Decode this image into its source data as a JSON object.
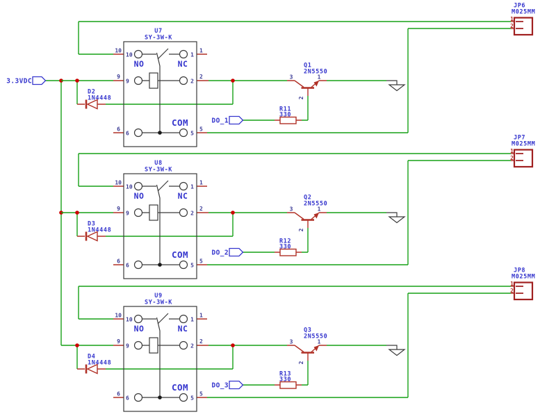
{
  "power": {
    "label": "3.3VDC"
  },
  "colors": {
    "wire_green": "#17a117",
    "component_red": "#b03026",
    "junction_red": "#cc0000",
    "label_blue": "#3535cd",
    "pin_number_navy": "#3c3c96",
    "symbol_gray": "#3a3a3a",
    "background": "#ffffff"
  },
  "sections": [
    {
      "relay": {
        "ref": "U7",
        "part": "SY-3W-K",
        "label_no": "NO",
        "label_nc": "NC",
        "label_com": "COM",
        "pin_no": "10",
        "pin_nc": "1",
        "pin_coil_left": "9",
        "pin_coil_right": "2",
        "pin_com_left": "6",
        "pin_com_right": "5"
      },
      "diode": {
        "ref": "D2",
        "part": "1N4448"
      },
      "input": {
        "label": "DO_1"
      },
      "resistor": {
        "ref": "R11",
        "value": "330"
      },
      "transistor": {
        "ref": "Q1",
        "part": "2N5550",
        "pin_collector": "3",
        "pin_base": "2",
        "pin_emitter": "1"
      },
      "connector": {
        "ref": "JP6",
        "part": "M025MM",
        "pin1": "1",
        "pin2": "2"
      }
    },
    {
      "relay": {
        "ref": "U8",
        "part": "SY-3W-K",
        "label_no": "NO",
        "label_nc": "NC",
        "label_com": "COM",
        "pin_no": "10",
        "pin_nc": "1",
        "pin_coil_left": "9",
        "pin_coil_right": "2",
        "pin_com_left": "6",
        "pin_com_right": "5"
      },
      "diode": {
        "ref": "D3",
        "part": "1N4448"
      },
      "input": {
        "label": "DO_2"
      },
      "resistor": {
        "ref": "R12",
        "value": "330"
      },
      "transistor": {
        "ref": "Q2",
        "part": "2N5550",
        "pin_collector": "3",
        "pin_base": "2",
        "pin_emitter": "1"
      },
      "connector": {
        "ref": "JP7",
        "part": "M025MM",
        "pin1": "1",
        "pin2": "2"
      }
    },
    {
      "relay": {
        "ref": "U9",
        "part": "SY-3W-K",
        "label_no": "NO",
        "label_nc": "NC",
        "label_com": "COM",
        "pin_no": "10",
        "pin_nc": "1",
        "pin_coil_left": "9",
        "pin_coil_right": "2",
        "pin_com_left": "6",
        "pin_com_right": "5"
      },
      "diode": {
        "ref": "D4",
        "part": "1N4448"
      },
      "input": {
        "label": "DO_3"
      },
      "resistor": {
        "ref": "R13",
        "value": "330"
      },
      "transistor": {
        "ref": "Q3",
        "part": "2N5550",
        "pin_collector": "3",
        "pin_base": "2",
        "pin_emitter": "1"
      },
      "connector": {
        "ref": "JP8",
        "part": "M025MM",
        "pin1": "1",
        "pin2": "2"
      }
    }
  ]
}
